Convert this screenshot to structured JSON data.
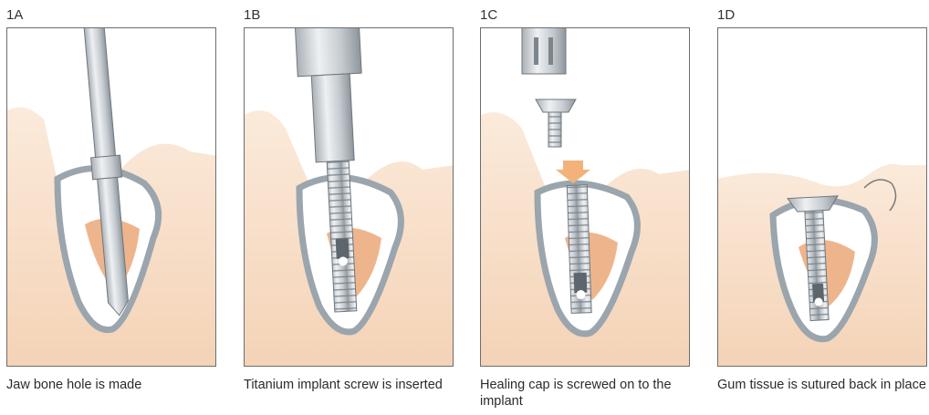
{
  "panels": [
    {
      "label": "1A",
      "caption": "Jaw bone hole is made"
    },
    {
      "label": "1B",
      "caption": "Titanium implant screw is inserted"
    },
    {
      "label": "1C",
      "caption": "Healing cap is screwed on to the implant"
    },
    {
      "label": "1D",
      "caption": "Gum tissue is sutured back in place"
    }
  ],
  "colors": {
    "gum": "#f6dcc4",
    "bone": "#dfe6ea",
    "nerve": "#eeb58c",
    "metal": "#c9ced2",
    "arrow": "#f3b27a"
  }
}
